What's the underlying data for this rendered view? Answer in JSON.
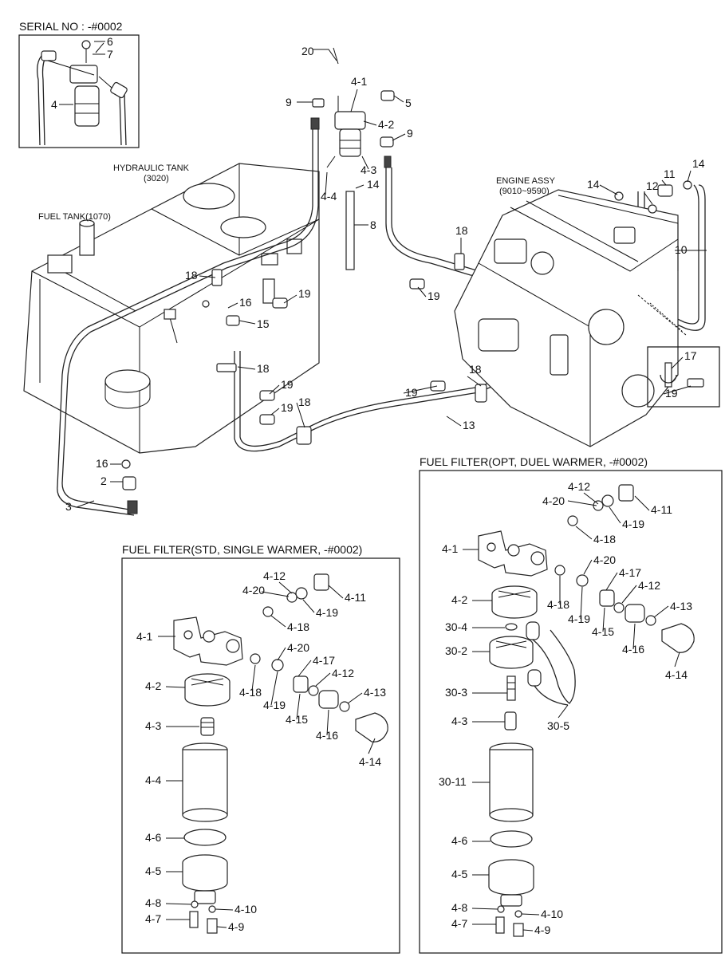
{
  "titles": {
    "serial": "SERIAL NO : -#0002",
    "hydraulic_tank": "HYDRAULIC TANK",
    "hydraulic_tank_code": "(3020)",
    "fuel_tank": "FUEL TANK(1070)",
    "engine_assy": "ENGINE ASSY",
    "engine_assy_code": "(9010~9590)",
    "std_filter": "FUEL FILTER(STD, SINGLE WARMER, -#0002)",
    "opt_filter": "FUEL FILTER(OPT, DUEL WARMER, -#0002)"
  },
  "main_labels": {
    "l20": "20",
    "l4_1": "4-1",
    "l5": "5",
    "l9a": "9",
    "l4_2": "4-2",
    "l9b": "9",
    "l4_3": "4-3",
    "l14a": "14",
    "l4_4": "4-4",
    "l8": "8",
    "l14b": "14",
    "l11": "11",
    "l14c": "14",
    "l12": "12",
    "l10": "10",
    "l18a": "18",
    "l18b": "18",
    "l19a": "19",
    "l16a": "16",
    "l19b": "19",
    "l15": "15",
    "l18c": "18",
    "l19c": "19",
    "l18d": "18",
    "l19d": "19",
    "l18e": "18",
    "l19e": "19",
    "l13": "13",
    "l17": "17",
    "l19f": "19",
    "l16b": "16",
    "l2": "2",
    "l3": "3",
    "l6": "6",
    "l7": "7",
    "l4": "4"
  },
  "std_labels": {
    "a4_12": "4-12",
    "a4_20": "4-20",
    "a4_11": "4-11",
    "a4_19": "4-19",
    "a4_18": "4-18",
    "a4_1": "4-1",
    "a4_20b": "4-20",
    "a4_17": "4-17",
    "a4_12b": "4-12",
    "a4_2": "4-2",
    "a4_18b": "4-18",
    "a4_15": "4-15",
    "a4_13": "4-13",
    "a4_19b": "4-19",
    "a4_3": "4-3",
    "a4_16": "4-16",
    "a4_14": "4-14",
    "a4_4": "4-4",
    "a4_6": "4-6",
    "a4_5": "4-5",
    "a4_8": "4-8",
    "a4_10": "4-10",
    "a4_7": "4-7",
    "a4_9": "4-9"
  },
  "opt_labels": {
    "b4_12": "4-12",
    "b4_11": "4-11",
    "b4_20": "4-20",
    "b4_19": "4-19",
    "b4_18": "4-18",
    "b4_1": "4-1",
    "b4_20b": "4-20",
    "b4_17": "4-17",
    "b4_2": "4-2",
    "b4_12b": "4-12",
    "b4_13": "4-13",
    "b4_18b": "4-18",
    "b4_19b": "4-19",
    "b30_4": "30-4",
    "b4_15": "4-15",
    "b4_16": "4-16",
    "b30_2": "30-2",
    "b4_14": "4-14",
    "b30_3": "30-3",
    "b4_3": "4-3",
    "b30_5": "30-5",
    "b30_11": "30-11",
    "b4_6": "4-6",
    "b4_5": "4-5",
    "b4_8": "4-8",
    "b4_10": "4-10",
    "b4_7": "4-7",
    "b4_9": "4-9"
  }
}
